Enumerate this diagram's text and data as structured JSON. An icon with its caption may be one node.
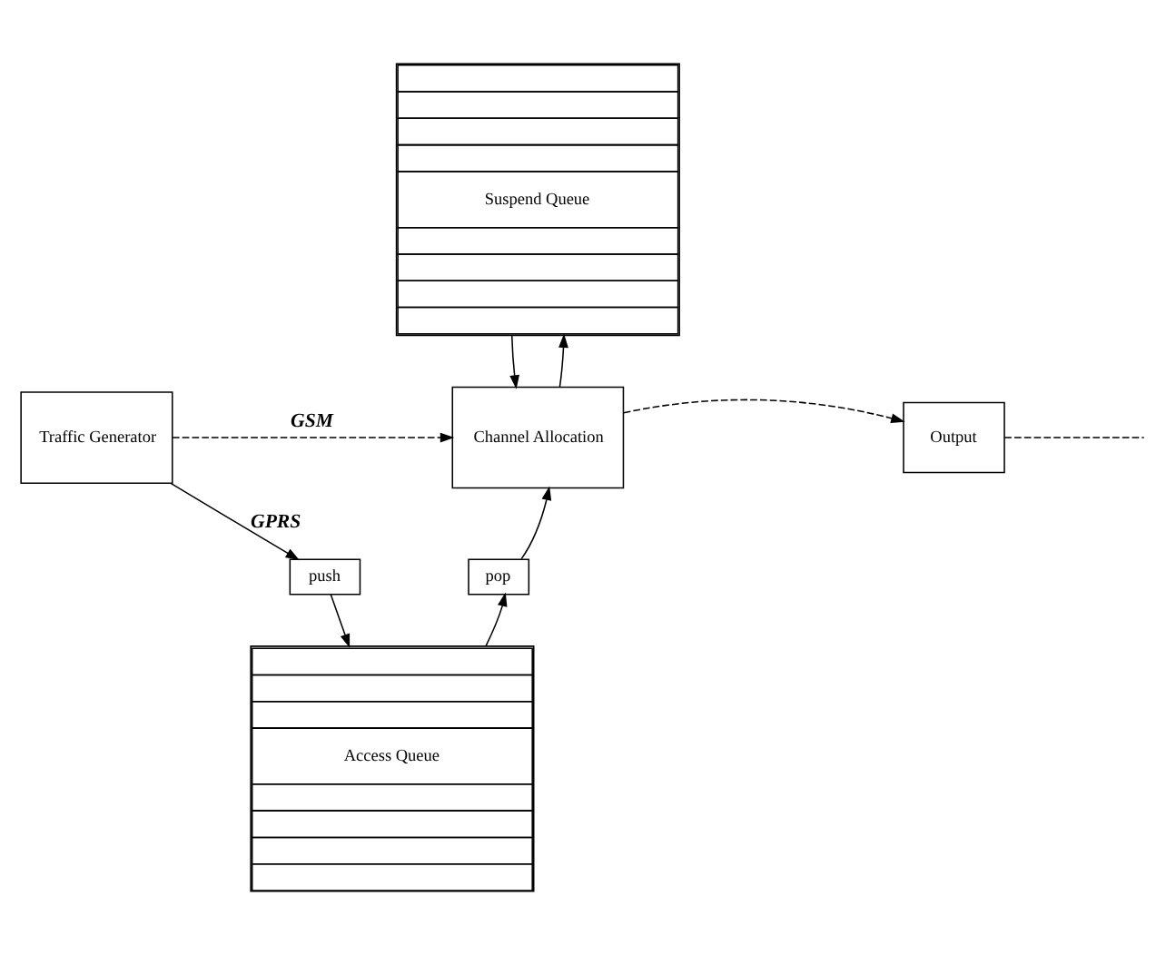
{
  "diagram": {
    "nodes": [
      {
        "text": [
          "Traffic Generator"
        ]
      },
      {
        "text": [
          "Suspend Queue"
        ]
      },
      {
        "text": [
          "Channel Allocation"
        ]
      },
      {
        "text": [
          "Output"
        ]
      },
      {
        "text": [
          "push"
        ]
      },
      {
        "text": [
          "pop"
        ]
      },
      {
        "text": [
          "Access Queue"
        ]
      }
    ],
    "edges": [
      {
        "from": 0,
        "to": 2,
        "arrow": "to",
        "style": "dashed",
        "label": "GSM"
      },
      {
        "from": 1,
        "to": 2,
        "arrow": "to"
      },
      {
        "from": 2,
        "to": 1,
        "arrow": "to"
      },
      {
        "from": 2,
        "to": 3,
        "arrow": "to",
        "style": "dashed"
      },
      {
        "from": 3,
        "to": null,
        "arrow": "none",
        "style": "dashed"
      },
      {
        "from": 0,
        "to": 4,
        "arrow": "to",
        "label": "GPRS"
      },
      {
        "from": 4,
        "to": 6,
        "arrow": "to"
      },
      {
        "from": 6,
        "to": 5,
        "arrow": "to"
      },
      {
        "from": 5,
        "to": 2,
        "arrow": "to"
      }
    ]
  }
}
